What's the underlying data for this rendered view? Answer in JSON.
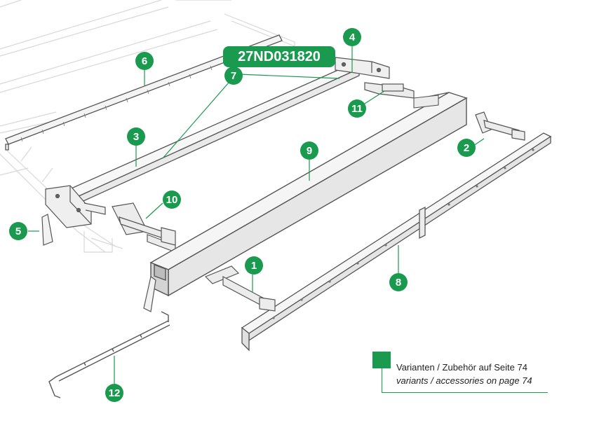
{
  "part_number": "27ND031820",
  "callouts": [
    {
      "id": "1",
      "label": "1"
    },
    {
      "id": "2",
      "label": "2"
    },
    {
      "id": "3",
      "label": "3"
    },
    {
      "id": "4",
      "label": "4"
    },
    {
      "id": "5",
      "label": "5"
    },
    {
      "id": "6",
      "label": "6"
    },
    {
      "id": "7",
      "label": "7"
    },
    {
      "id": "8",
      "label": "8"
    },
    {
      "id": "9",
      "label": "9"
    },
    {
      "id": "10",
      "label": "10"
    },
    {
      "id": "11",
      "label": "11"
    },
    {
      "id": "12",
      "label": "12"
    }
  ],
  "legend": {
    "de": "Varianten / Zubehör auf Seite 74",
    "en": "variants / accessories on page 74"
  },
  "colors": {
    "accent": "#1a9a4e",
    "line": "#555555",
    "frame_faint": "#d6d6d6"
  }
}
